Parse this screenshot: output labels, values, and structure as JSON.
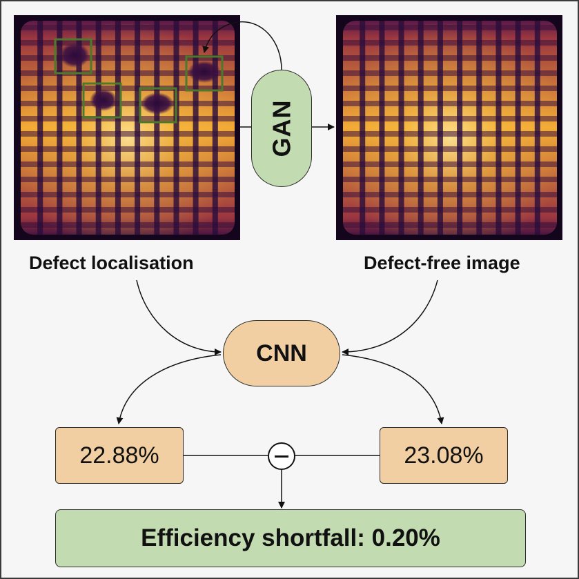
{
  "labels": {
    "defect_localisation": "Defect localisation",
    "defect_free_image": "Defect-free image",
    "gan": "GAN",
    "cnn": "CNN",
    "efficiency_left": "22.88%",
    "efficiency_right": "23.08%",
    "result": "Efficiency shortfall: 0.20%"
  },
  "colors": {
    "frame": "#2b2b2b",
    "green_box": "#4c7a2c",
    "gan_fill": "#c3dbb0",
    "cnn_fill": "#f2cfa2",
    "cell_dark": "#2b0e3a",
    "cell_mid": "#c6501e",
    "cell_bright": "#f7c342",
    "cell_hot": "#fbe58c"
  },
  "panels": {
    "defect_boxes": 4,
    "busbars": 10
  }
}
